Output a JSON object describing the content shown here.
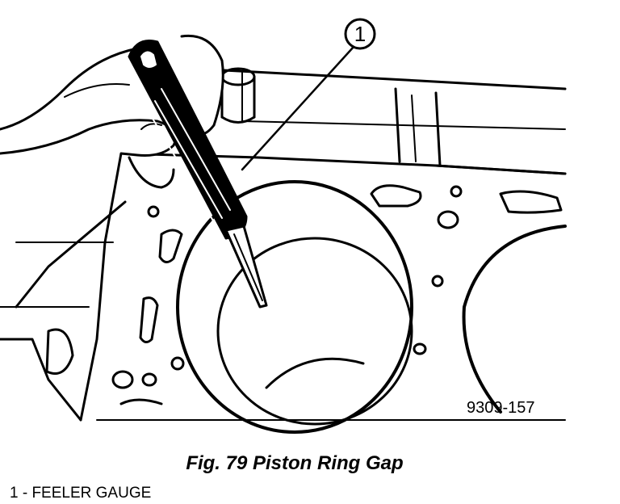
{
  "callout": {
    "number": "1"
  },
  "figure": {
    "code": "9309-157",
    "caption": "Fig. 79 Piston Ring Gap"
  },
  "legend": [
    {
      "label": "1 - FEELER GAUGE"
    }
  ]
}
